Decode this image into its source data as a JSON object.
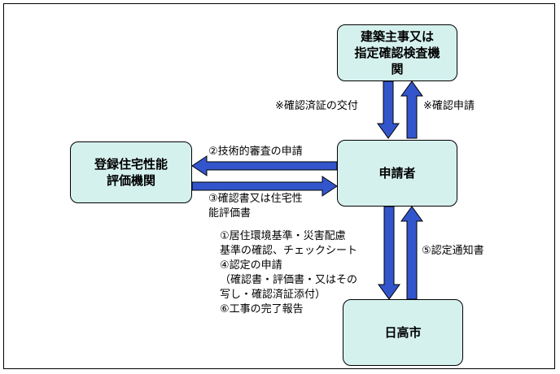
{
  "nodes": {
    "builder": [
      "建築主事又は",
      "指定確認検査機",
      "関"
    ],
    "evaluation": [
      "登録住宅性能",
      "評価機関"
    ],
    "applicant": [
      "申請者"
    ],
    "city": [
      "日高市"
    ]
  },
  "labels": {
    "certificate_issue": "※確認済証の交付",
    "certificate_apply": "※確認申請",
    "technical_review": "②技術的審査の申請",
    "certificate_docs": [
      "③確認書又は住宅性",
      "能評価書"
    ],
    "city_application": [
      "①居住環境基準・災害配慮",
      "基準の確認、チェックシート",
      "④認定の申請",
      "（確認書・評価書・又はその",
      "写し・確認済証添付）",
      "⑥工事の完了報告"
    ],
    "notice": "⑤認定通知書"
  },
  "colors": {
    "node_fill": "#d5f1ee",
    "arrow": "#3355cc",
    "border": "#000000"
  }
}
